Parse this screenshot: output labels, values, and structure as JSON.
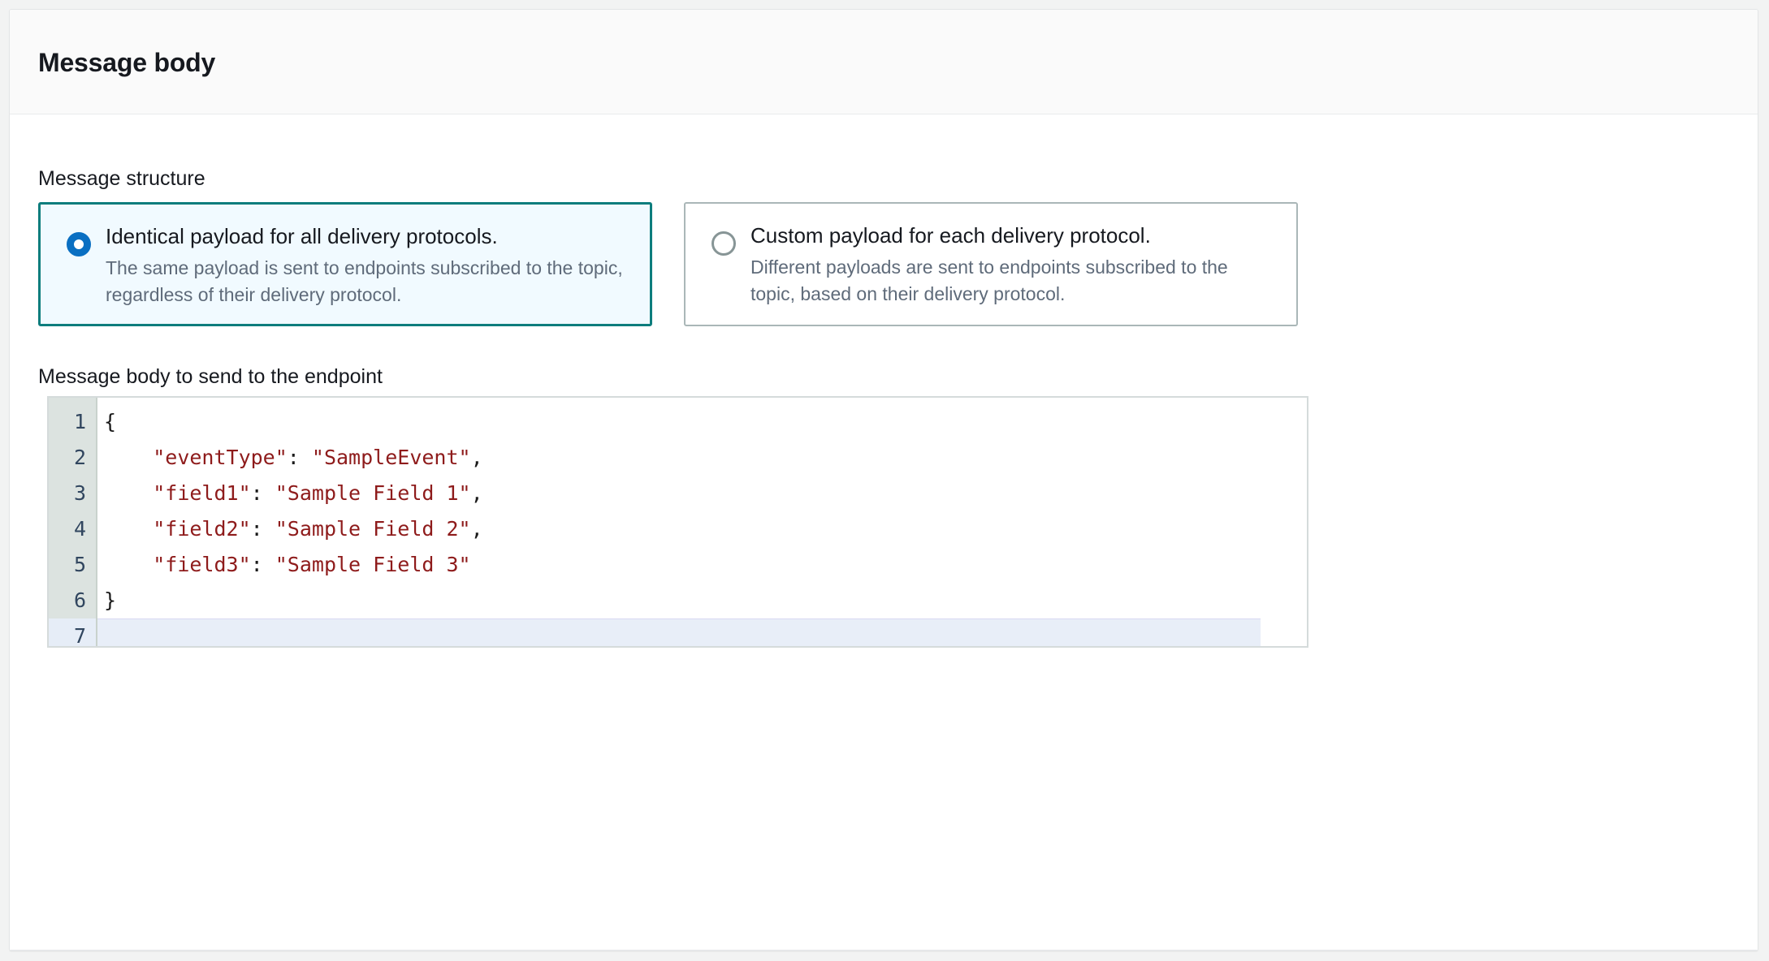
{
  "panel": {
    "title": "Message body"
  },
  "message_structure": {
    "label": "Message structure",
    "options": [
      {
        "title": "Identical payload for all delivery protocols.",
        "description": "The same payload is sent to endpoints subscribed to the topic, regardless of their delivery protocol.",
        "selected": true
      },
      {
        "title": "Custom payload for each delivery protocol.",
        "description": "Different payloads are sent to endpoints subscribed to the topic, based on their delivery protocol.",
        "selected": false
      }
    ]
  },
  "message_body": {
    "label": "Message body to send to the endpoint",
    "line_numbers": [
      "1",
      "2",
      "3",
      "4",
      "5",
      "6",
      "7"
    ],
    "active_line": 7,
    "lines": [
      {
        "n": "1",
        "text": "{"
      },
      {
        "n": "2",
        "text": "    \"eventType\": \"SampleEvent\","
      },
      {
        "n": "3",
        "text": "    \"field1\": \"Sample Field 1\","
      },
      {
        "n": "4",
        "text": "    \"field2\": \"Sample Field 2\","
      },
      {
        "n": "5",
        "text": "    \"field3\": \"Sample Field 3\""
      },
      {
        "n": "6",
        "text": "}"
      },
      {
        "n": "7",
        "text": ""
      }
    ],
    "raw": "{\n    \"eventType\": \"SampleEvent\",\n    \"field1\": \"Sample Field 1\",\n    \"field2\": \"Sample Field 2\",\n    \"field3\": \"Sample Field 3\"\n}\n"
  },
  "colors": {
    "page_background": "#f2f3f3",
    "panel_background": "#ffffff",
    "header_background": "#fafafa",
    "selected_card_border": "#0d7d7d",
    "selected_card_background": "#f1faff",
    "unselected_card_border": "#aab7b8",
    "radio_selected": "#0a6fc2",
    "gutter_background": "#dce3e0",
    "active_line_background": "#e8eef8",
    "code_string": "#8e1b1b",
    "text_primary": "#16191f",
    "text_secondary": "#5f6b7a"
  }
}
